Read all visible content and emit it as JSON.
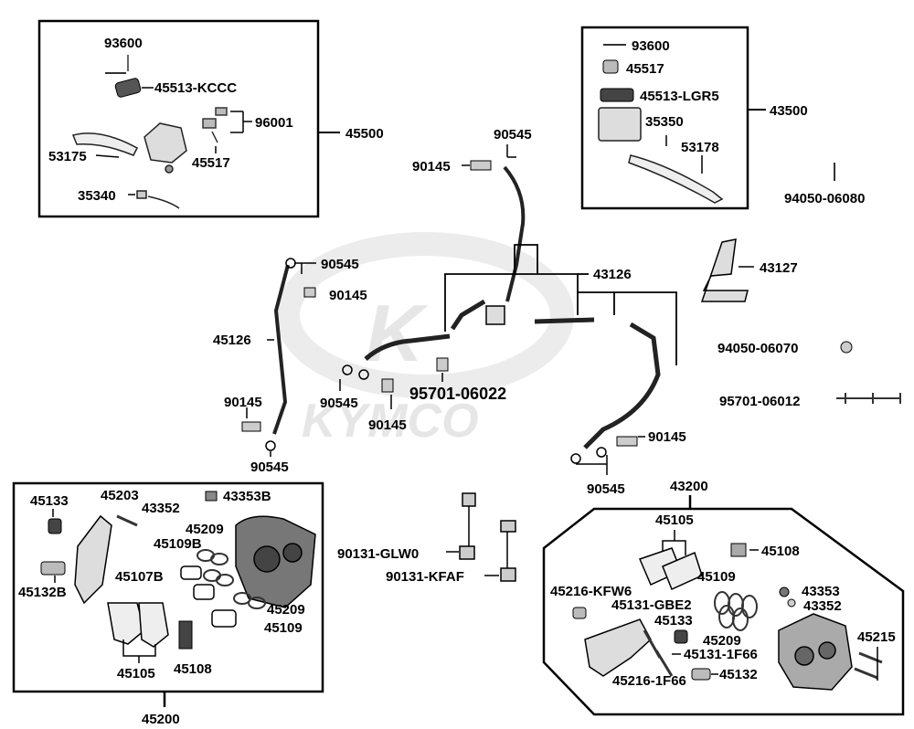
{
  "watermark": {
    "brand": "KYMCO"
  },
  "boxes": {
    "master_left": "45500",
    "master_right": "43500",
    "caliper_left": "45200",
    "caliper_right": "43200"
  },
  "labels": {
    "p93600_a": "93600",
    "p45513_kccc": "45513-KCCC",
    "p96001": "96001",
    "p53175": "53175",
    "p45517_a": "45517",
    "p35340": "35340",
    "p93600_b": "93600",
    "p45517_b": "45517",
    "p45513_lgr5": "45513-LGR5",
    "p35350": "35350",
    "p53178": "53178",
    "p94050_06080": "94050-06080",
    "p90545_top": "90545",
    "p90145_top": "90145",
    "p90545_l1": "90545",
    "p90145_l1": "90145",
    "p45126": "45126",
    "p90145_l2": "90145",
    "p90545_l2": "90545",
    "p43126": "43126",
    "p43127": "43127",
    "p90545_mid": "90545",
    "p90145_mid": "90145",
    "p95701_06022": "95701-06022",
    "p94050_06070": "94050-06070",
    "p95701_06012": "95701-06012",
    "p90145_r": "90145",
    "p90545_r": "90545",
    "p45133_l": "45133",
    "p45203": "45203",
    "p43352_l": "43352",
    "p43353b": "43353B",
    "p45209_l1": "45209",
    "p45109b": "45109B",
    "p45107b": "45107B",
    "p45132b": "45132B",
    "p45209_l2": "45209",
    "p45109_l": "45109",
    "p45105_l": "45105",
    "p45108_l": "45108",
    "p90131_glw0": "90131-GLW0",
    "p90131_kfaf": "90131-KFAF",
    "p45105_r": "45105",
    "p45108_r": "45108",
    "p45216_kfw6": "45216-KFW6",
    "p45131_gbe2": "45131-GBE2",
    "p45109_r": "45109",
    "p43353_r": "43353",
    "p43352_r": "43352",
    "p45133_r": "45133",
    "p45209_r": "45209",
    "p45215": "45215",
    "p45131_1f66": "45131-1F66",
    "p45216_1f66": "45216-1F66",
    "p45132_r": "45132"
  }
}
